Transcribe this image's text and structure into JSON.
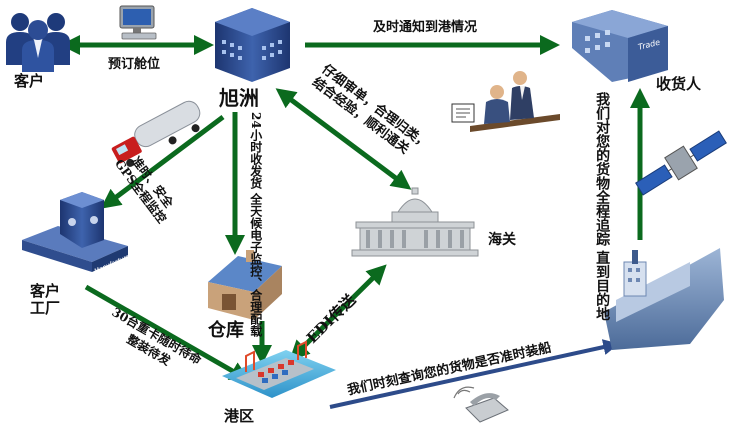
{
  "nodes": {
    "customer": "客户",
    "xuzhou": "旭洲",
    "consignee": "收货人",
    "factory": "客户\n工厂",
    "warehouse": "仓库",
    "customs": "海关",
    "port": "港区",
    "factory_sign": "Manufacturer",
    "trade_sign": "Trade"
  },
  "edges": {
    "booking": "预订舱位",
    "arrival_notice": "及时通知到港情况",
    "tracking": [
      "我们对您的货物全程追踪",
      "直到目的地"
    ],
    "gps": [
      "准时、安全",
      "GPS全程监控"
    ],
    "pickup": [
      "24小时收发货",
      "全天候电子监控、合理配载"
    ],
    "customs_review": [
      "仔细审单，合理归类，",
      "结合经验，顺利通关"
    ],
    "trucks": [
      "30台重卡随时待命",
      "整装待发"
    ],
    "edi": "EDI传送",
    "loading_check": "我们时刻查询您的货物是否准时装船"
  },
  "colors": {
    "arrow_green": "#0b6a1e",
    "building_blue": "#2a4a8c",
    "ship_blue": "#6d8fbd"
  }
}
